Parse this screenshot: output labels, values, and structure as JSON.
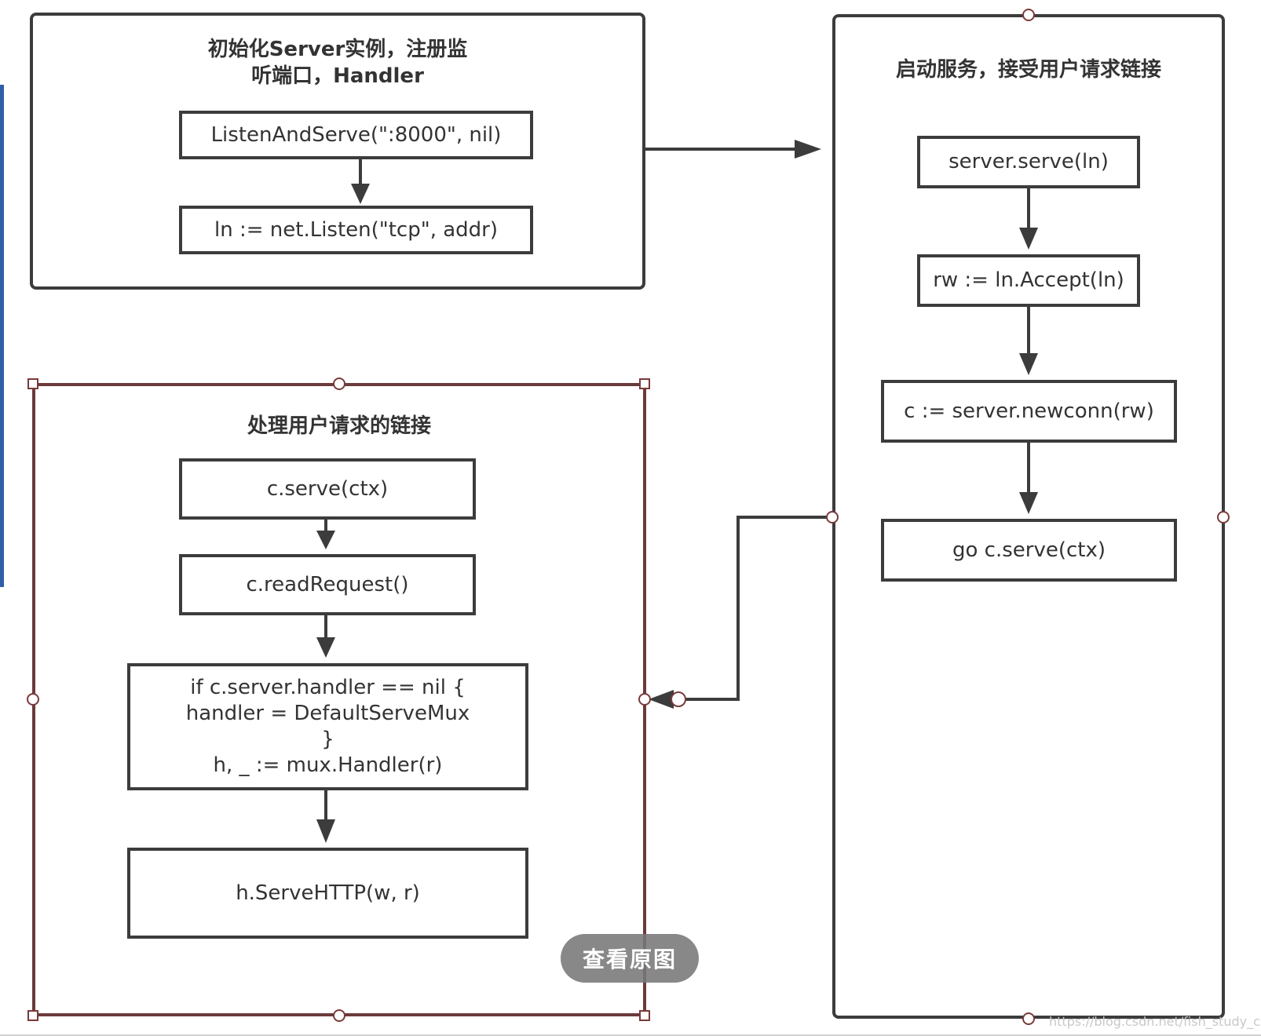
{
  "groups": {
    "init": {
      "title": "初始化Server实例，注册监\n听端口，Handler",
      "nodes": [
        "ListenAndServe(\":8000\", nil)",
        "ln := net.Listen(\"tcp\", addr)"
      ]
    },
    "serve": {
      "title": "启动服务，接受用户请求链接",
      "nodes": [
        "server.serve(ln)",
        "rw := ln.Accept(ln)",
        "c := server.newconn(rw)",
        "go c.serve(ctx)"
      ]
    },
    "handle": {
      "title": "处理用户请求的链接",
      "nodes": [
        "c.serve(ctx)",
        "c.readRequest()",
        "if c.server.handler == nil {\nhandler = DefaultServeMux\n}\nh, _ := mux.Handler(r)",
        "h.ServeHTTP(w, r)"
      ]
    }
  },
  "overlay": {
    "view_original_button": "查看原图",
    "watermark": "https://blog.csdn.net/fish_study_csdn"
  },
  "colors": {
    "stroke": "#3c3c3c",
    "selection": "#6b3a3a",
    "button_bg": "#787878"
  }
}
